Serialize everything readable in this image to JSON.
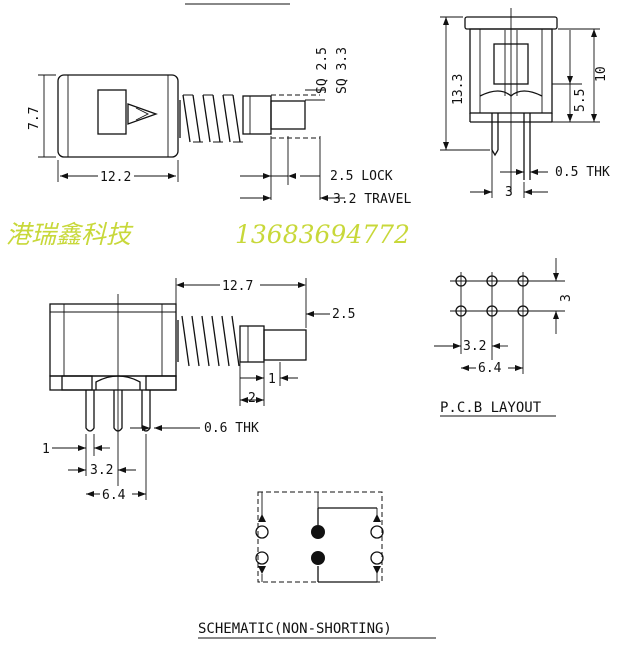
{
  "side_view": {
    "dim_width": "12.2",
    "dim_height": "7.7",
    "dim_sq1": "SQ 2.5",
    "dim_sq2": "SQ 3.3",
    "dim_lock": "2.5 LOCK",
    "dim_travel": "3.2 TRAVEL"
  },
  "end_view": {
    "dim_height": "13.3",
    "dim_inner": "5.5",
    "dim_total": "10",
    "dim_pitch": "3",
    "dim_thk": "0.5 THK"
  },
  "watermark": {
    "company": "港瑞鑫科技",
    "phone": "13683694772",
    "color": "#c8d83a"
  },
  "front_view": {
    "dim_length": "12.7",
    "dim_plunger": "2.5",
    "dim_1a": "1",
    "dim_2": "2",
    "dim_thk": "0.6 THK",
    "dim_1b": "1",
    "dim_pitch": "3.2",
    "dim_span": "6.4"
  },
  "pcb": {
    "dim_row": "3",
    "dim_pitch": "3.2",
    "dim_span": "6.4",
    "title": "P.C.B LAYOUT"
  },
  "schematic": {
    "title": "SCHEMATIC(NON-SHORTING)"
  }
}
